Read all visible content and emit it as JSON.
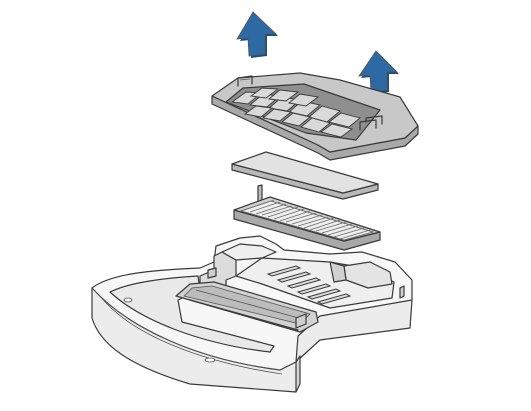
{
  "diagram": {
    "kind": "exploded-view",
    "parts": [
      "filter-cover",
      "pre-filter",
      "pleated-filter",
      "dust-bin"
    ],
    "arrows": [
      {
        "direction": "up",
        "meaning": "lift-out"
      },
      {
        "direction": "up",
        "meaning": "lift-out"
      }
    ],
    "colors": {
      "arrow": "#2d6aa4",
      "arrow_shadow": "#1f4f7d",
      "cover_fill": "#c8c8c8",
      "filter_fill": "#e2e2e2",
      "body_fill": "#f4f4f4",
      "outline": "#3a3a3a"
    }
  }
}
